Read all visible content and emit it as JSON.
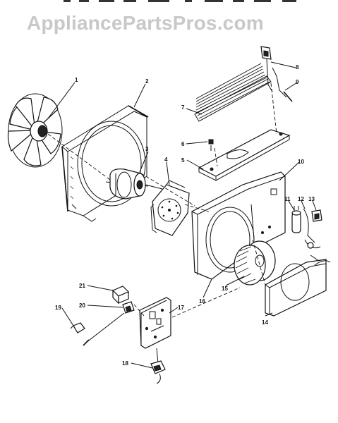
{
  "watermark": "AppliancePartsPros.com",
  "callouts": [
    {
      "id": "c1",
      "label": "1"
    },
    {
      "id": "c2",
      "label": "2"
    },
    {
      "id": "c3",
      "label": "3"
    },
    {
      "id": "c4",
      "label": "4"
    },
    {
      "id": "c5",
      "label": "5"
    },
    {
      "id": "c6",
      "label": "6"
    },
    {
      "id": "c7",
      "label": "7"
    },
    {
      "id": "c8",
      "label": "8"
    },
    {
      "id": "c9",
      "label": "9"
    },
    {
      "id": "c10",
      "label": "10"
    },
    {
      "id": "c11",
      "label": "11"
    },
    {
      "id": "c12",
      "label": "12"
    },
    {
      "id": "c13",
      "label": "13"
    },
    {
      "id": "c14",
      "label": "14"
    },
    {
      "id": "c15",
      "label": "15"
    },
    {
      "id": "c16",
      "label": "16"
    },
    {
      "id": "c17",
      "label": "17"
    },
    {
      "id": "c18",
      "label": "18"
    },
    {
      "id": "c19",
      "label": "19"
    },
    {
      "id": "c20",
      "label": "20"
    },
    {
      "id": "c21",
      "label": "21"
    }
  ]
}
